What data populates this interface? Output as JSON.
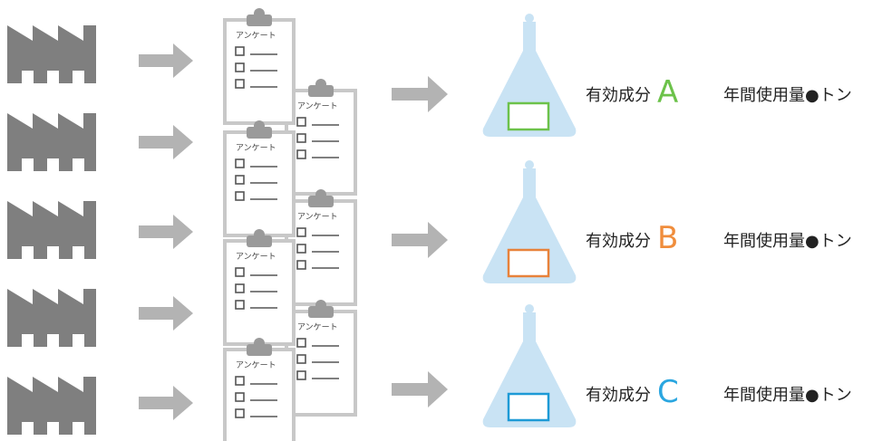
{
  "questionnaire_title": "アンケート",
  "ingredients": [
    {
      "label": "有効成分",
      "letter": "A",
      "letter_color": "#6cc24a",
      "box_color": "#6cc24a",
      "usage": "年間使用量●トン"
    },
    {
      "label": "有効成分",
      "letter": "B",
      "letter_color": "#f08d3c",
      "box_color": "#e8823a",
      "usage": "年間使用量●トン"
    },
    {
      "label": "有効成分",
      "letter": "C",
      "letter_color": "#2aa6e0",
      "box_color": "#1d9ad6",
      "usage": "年間使用量●トン"
    }
  ],
  "colors": {
    "factory": "#7f7f7f",
    "arrow": "#b3b3b3",
    "clipboard_border": "#c8c8c8",
    "flask": "#c9e3f4"
  },
  "icons": {
    "factory": "factory-icon",
    "arrow": "arrow-right-icon",
    "clipboard": "clipboard-questionnaire-icon",
    "flask": "erlenmeyer-flask-icon"
  }
}
